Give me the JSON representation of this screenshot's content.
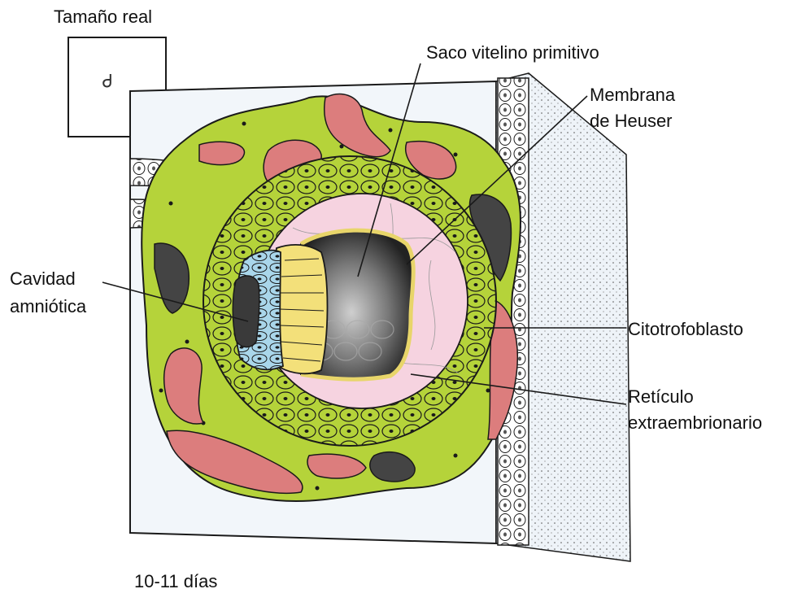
{
  "size_label": "Tamaño real",
  "size_box_glyph": "Ꮷ",
  "labels": {
    "saco_vitelino": "Saco vitelino primitivo",
    "membrana_line1": "Membrana",
    "membrana_line2": "de Heuser",
    "cavidad_line1": "Cavidad",
    "cavidad_line2": "amniótica",
    "citotrofoblasto": "Citotrofoblasto",
    "reticulo_line1": "Retículo",
    "reticulo_line2": "extraembrionario"
  },
  "caption": "10-11 días",
  "colors": {
    "syncytio_green": "#b5d33a",
    "lacunae_red": "#dc7d7d",
    "reticulum_pink": "#f6d3e0",
    "amnion_blue": "#a9d6ea",
    "epiblast_yellow": "#f3e07a",
    "cavity_dark": "#3a3a3a",
    "endometrium_bg": "#f2f6fa",
    "outline": "#1a1a1a"
  }
}
